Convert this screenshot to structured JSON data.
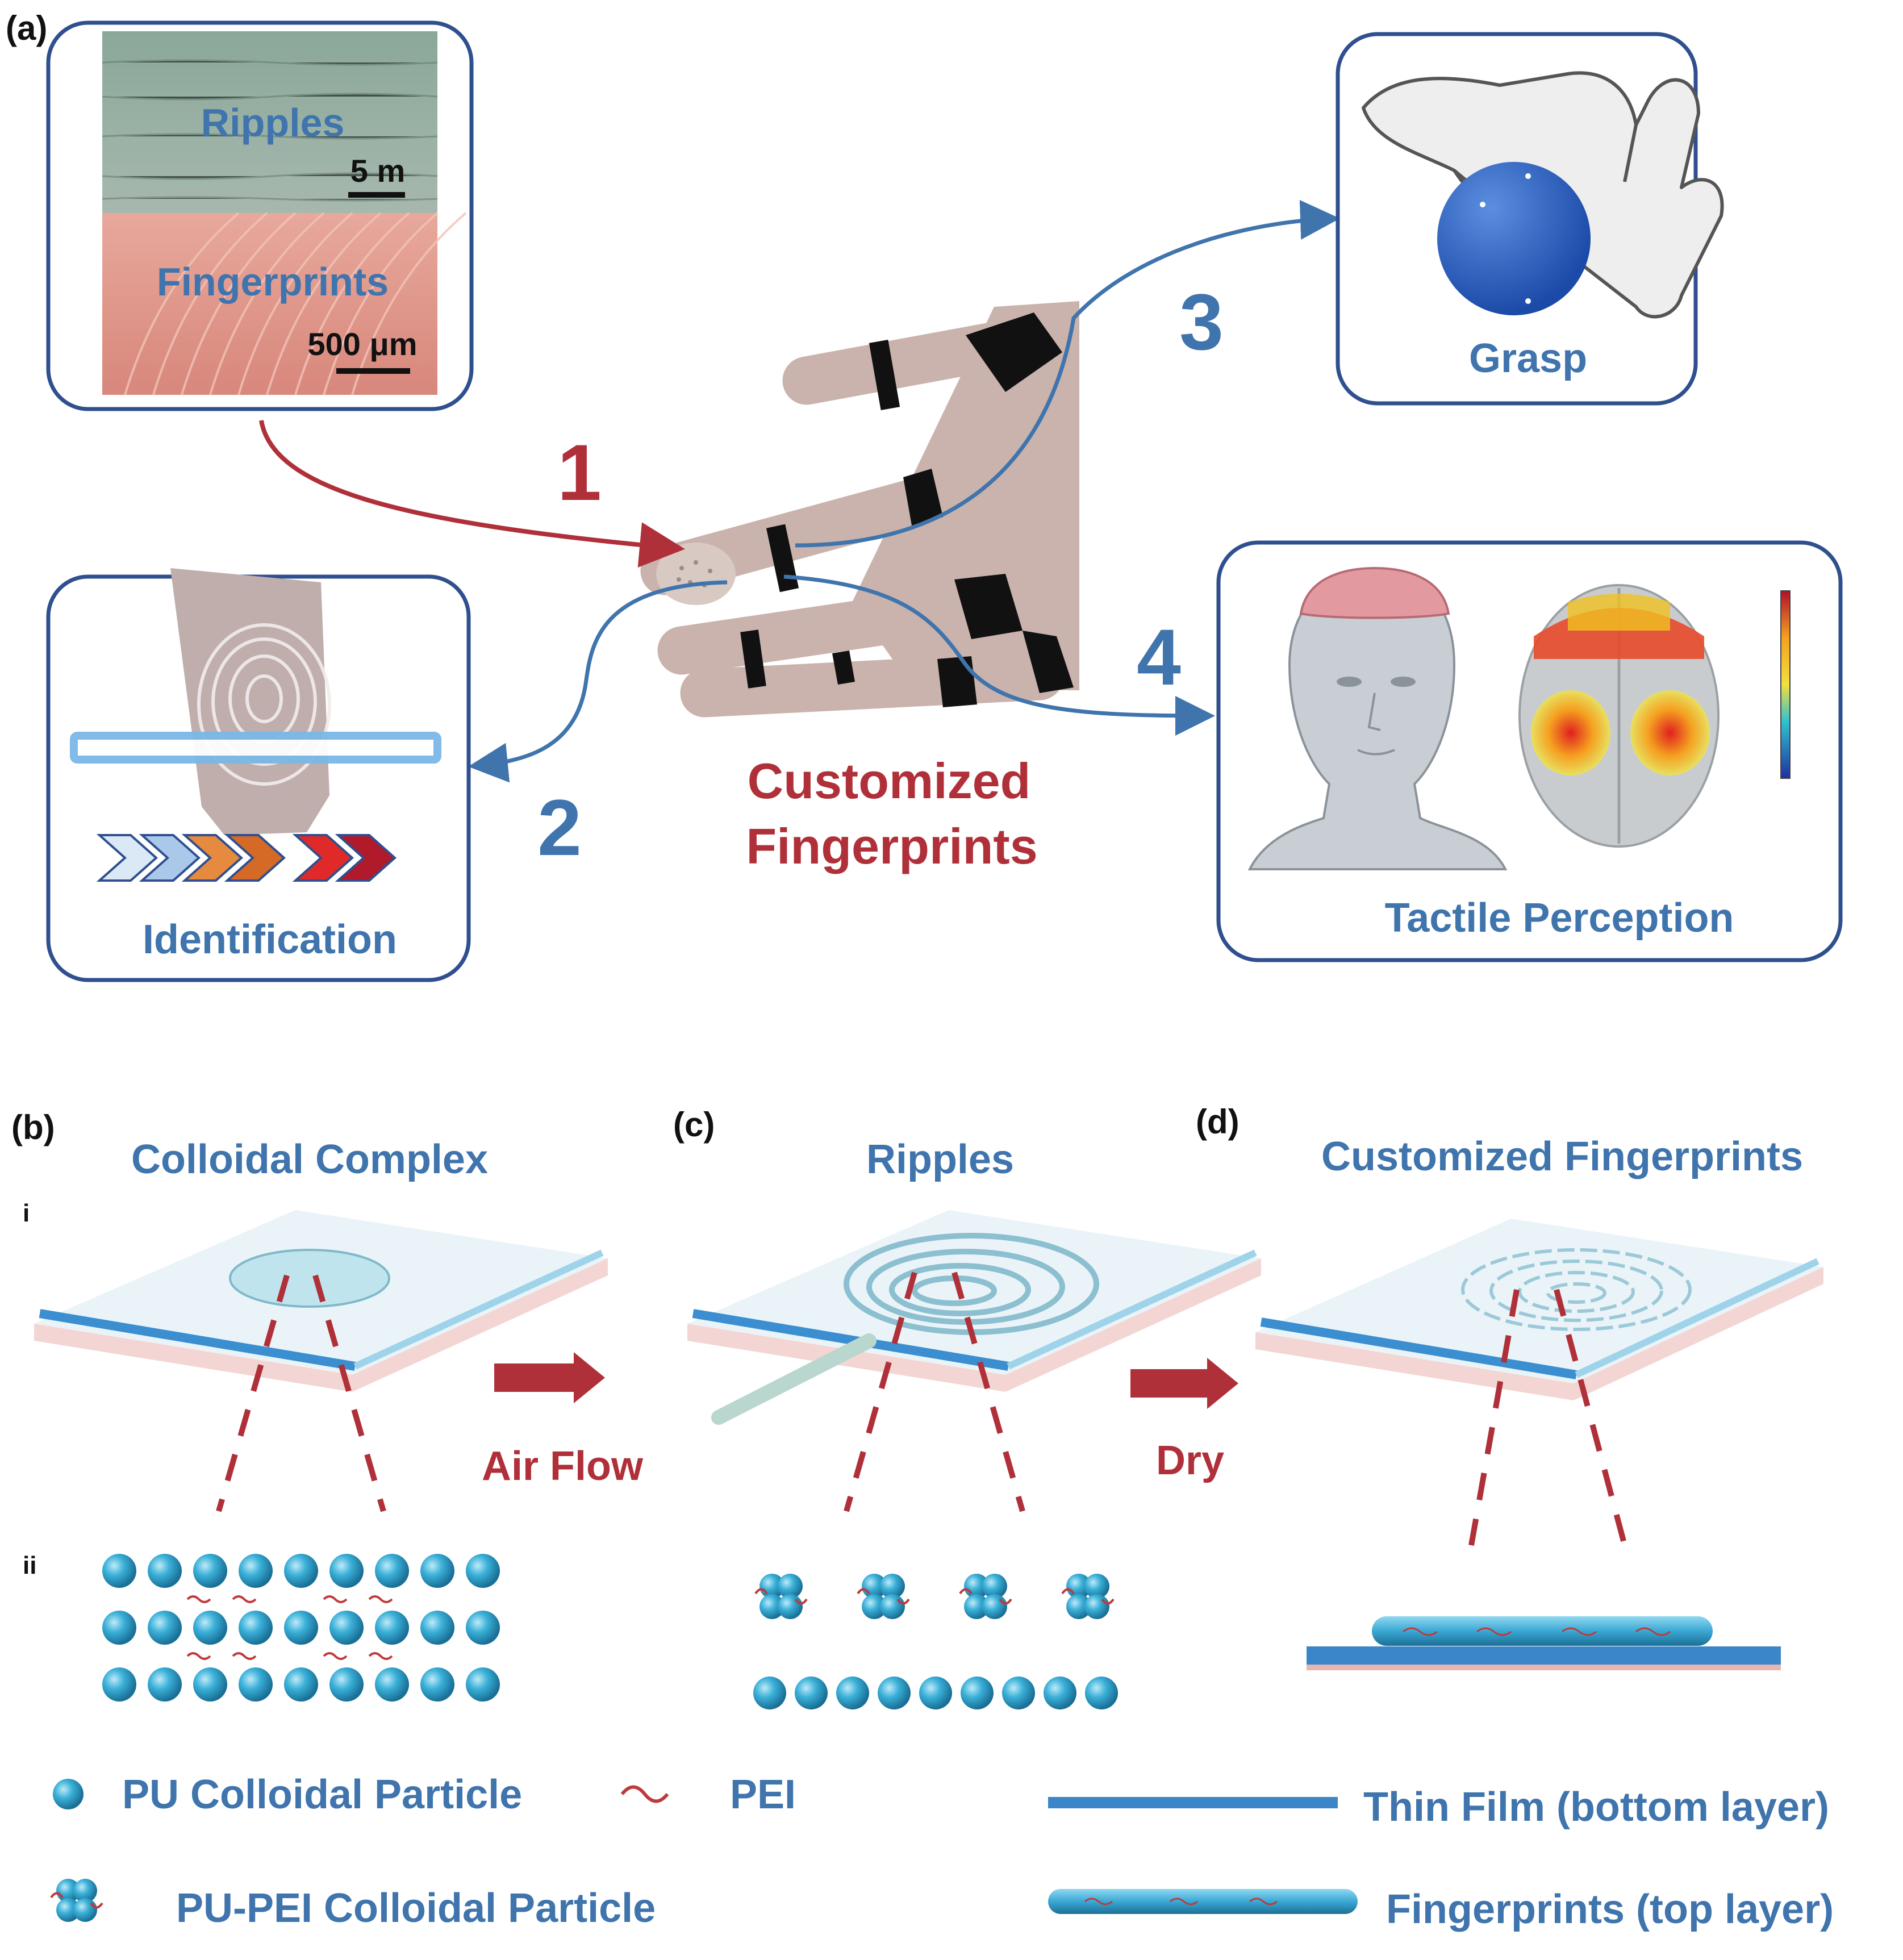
{
  "panel_labels": {
    "a": "(a)",
    "b": "(b)",
    "c": "(c)",
    "d": "(d)",
    "sub_i": "i",
    "sub_ii": "ii"
  },
  "panel_a": {
    "micrograph": {
      "top_label": "Ripples",
      "top_scale": "5 m",
      "bottom_label": "Fingerprints",
      "bottom_scale": "500 μm"
    },
    "steps": [
      "1",
      "2",
      "3",
      "4"
    ],
    "center_label_line1": "Customized",
    "center_label_line2": "Fingerprints",
    "boxes": {
      "grasp": "Grasp",
      "identification": "Identification",
      "tactile": "Tactile Perception"
    }
  },
  "process": {
    "b_title": "Colloidal Complex",
    "c_title": "Ripples",
    "d_title": "Customized Fingerprints",
    "arrow1_label": "Air Flow",
    "arrow2_label": "Dry"
  },
  "legend": {
    "pu_particle": "PU Colloidal Particle",
    "pei": "PEI",
    "pu_pei_particle": "PU-PEI Colloidal Particle",
    "thin_film": "Thin Film (bottom layer)",
    "fingerprints_layer": "Fingerprints (top layer)"
  },
  "colors": {
    "accent_blue": "#3f74ad",
    "accent_red": "#b0303a",
    "particle_blue": "#2e9ec8",
    "panel_border": "#2f4f8f"
  }
}
